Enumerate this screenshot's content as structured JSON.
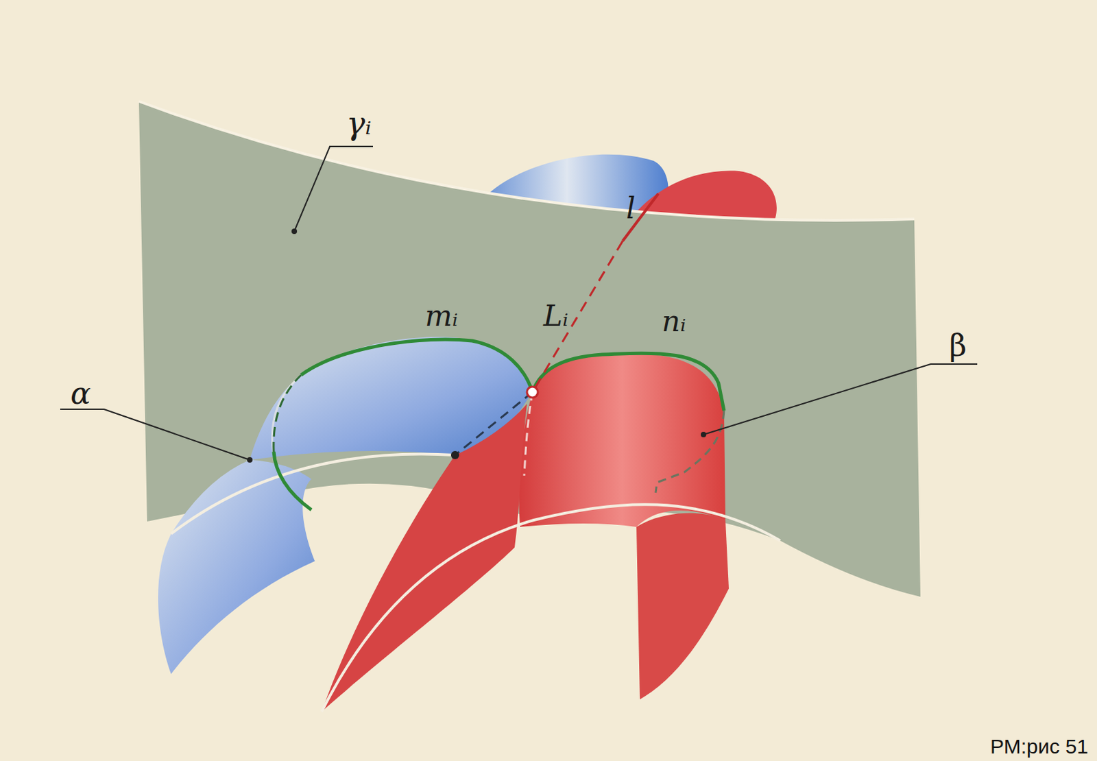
{
  "diagram": {
    "caption": "РМ:рис 51",
    "labels": [
      "γᵢ",
      "l",
      "mᵢ",
      "Lᵢ",
      "nᵢ",
      "α",
      "β"
    ]
  }
}
